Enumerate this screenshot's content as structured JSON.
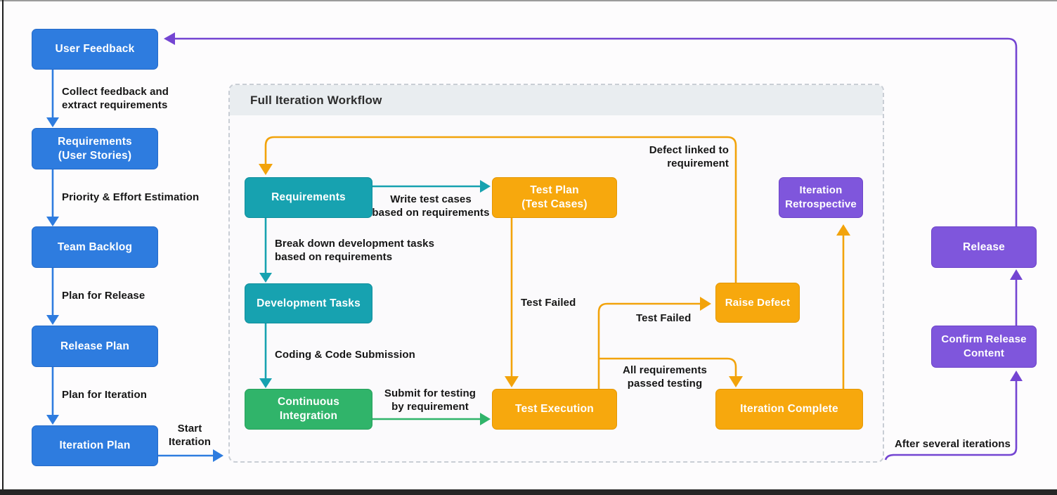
{
  "workflow_title": "Full Iteration Workflow",
  "nodes": {
    "user_feedback": "User Feedback",
    "requirements_user_stories": "Requirements\n(User Stories)",
    "team_backlog": "Team Backlog",
    "release_plan": "Release Plan",
    "iteration_plan": "Iteration Plan",
    "requirements": "Requirements",
    "development_tasks": "Development Tasks",
    "continuous_integration": "Continuous\nIntegration",
    "test_plan": "Test Plan\n(Test Cases)",
    "test_execution": "Test Execution",
    "raise_defect": "Raise Defect",
    "iteration_complete": "Iteration Complete",
    "iteration_retrospective": "Iteration\nRetrospective",
    "release": "Release",
    "confirm_release_content": "Confirm Release\nContent"
  },
  "edge_labels": {
    "collect_feedback": "Collect feedback and\nextract requirements",
    "priority_effort": "Priority & Effort Estimation",
    "plan_for_release": "Plan for Release",
    "plan_for_iteration": "Plan for Iteration",
    "start_iteration": "Start\nIteration",
    "write_test_cases": "Write test cases\nbased on requirements",
    "break_down_tasks": "Break down development tasks\nbased on requirements",
    "coding_submission": "Coding & Code Submission",
    "submit_for_testing": "Submit for testing\nby requirement",
    "defect_linked": "Defect linked to\nrequirement",
    "test_failed_left": "Test Failed",
    "test_failed_right": "Test Failed",
    "all_requirements_passed": "All requirements\npassed testing",
    "after_several_iterations": "After several iterations"
  },
  "colors": {
    "blue_node": "#2e7cdf",
    "teal_node": "#17a2b0",
    "green_node": "#30b46a",
    "orange_node": "#f7a80d",
    "purple_node": "#7f56dc",
    "purple_line": "#7445d2",
    "orange_line": "#f2a30b",
    "container_header_bg": "#e9edf0",
    "container_body_bg": "#fbfafc",
    "label_text": "#161616"
  }
}
